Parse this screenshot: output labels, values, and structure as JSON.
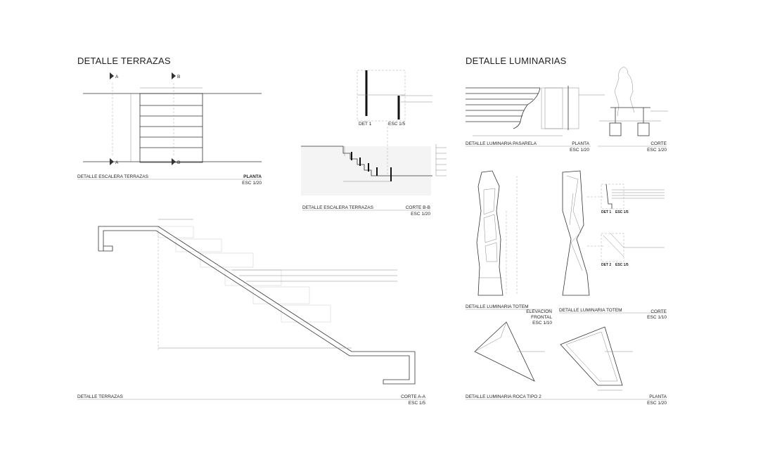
{
  "titles": {
    "terrazas": "DETALLE TERRAZAS",
    "luminarias": "DETALLE LUMINARIAS"
  },
  "markers": {
    "a": "A",
    "b": "B"
  },
  "escalera_planta": {
    "name": "DETALLE ESCALERA TERRAZAS",
    "view": "PLANTA",
    "scale": "ESC 1/20"
  },
  "det1": {
    "name": "DET 1",
    "scale": "ESC 1/5"
  },
  "escalera_corte": {
    "name": "DETALLE ESCALERA TERRAZAS",
    "view": "CORTE B-B",
    "scale": "ESC 1/20"
  },
  "terrazas_corte": {
    "name": "DETALLE TERRAZAS",
    "view": "CORTE A-A",
    "scale": "ESC 1/5"
  },
  "pasarela": {
    "name": "DETALLE LUMINARIA PASARELA",
    "view": "PLANTA",
    "scale": "ESC 1/20",
    "view2": "CORTE",
    "scale2": "ESC 1/20"
  },
  "totem": {
    "name": "DETALLE LUMINARIA TOTEM",
    "view": "ELEVACION",
    "view_b": "FRONTAL",
    "scale": "ESC 1/10",
    "name2": "DETALLE LUMINARIA TOTEM",
    "view2": "CORTE",
    "scale2": "ESC 1/10"
  },
  "totem_det1": {
    "name": "DET 1",
    "scale": "ESC 1/5"
  },
  "totem_det2": {
    "name": "DET 2",
    "scale": "ESC 1/5"
  },
  "roca": {
    "name": "DETALLE LUMINARIA ROCA TIPO 2",
    "view": "PLANTA",
    "scale": "ESC 1/20"
  }
}
